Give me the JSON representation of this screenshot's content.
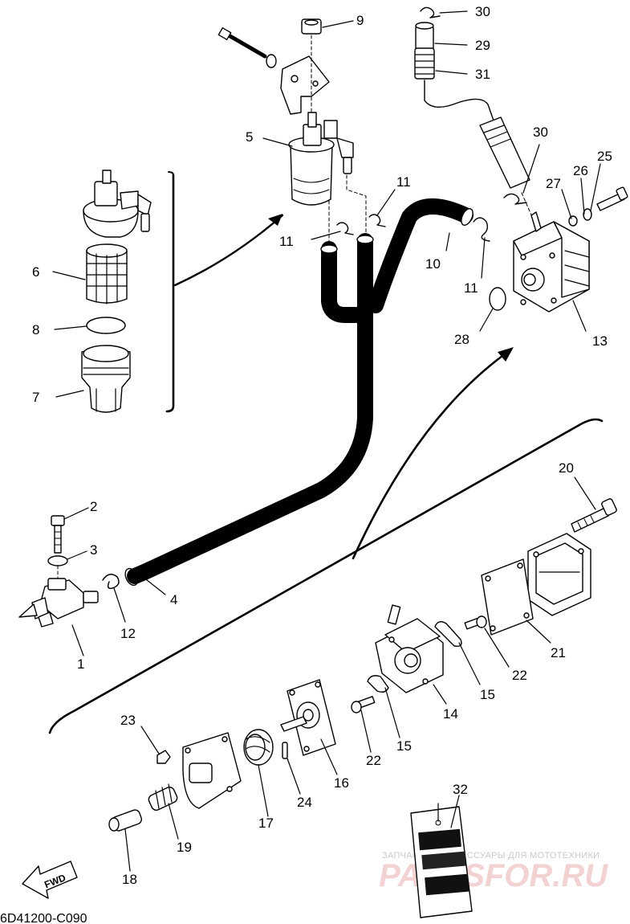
{
  "diagram": {
    "code": "6D41200-C090",
    "fwd_label": "FWD",
    "watermark": {
      "tagline": "ЗАПЧАСТИ И АКСЕССУАРЫ ДЛЯ МОТОТЕХНИКИ",
      "brand": "PARTSFOR.RU"
    },
    "callouts": [
      {
        "id": "c9",
        "label": "9"
      },
      {
        "id": "c30a",
        "label": "30"
      },
      {
        "id": "c29",
        "label": "29"
      },
      {
        "id": "c31",
        "label": "31"
      },
      {
        "id": "c5",
        "label": "5"
      },
      {
        "id": "c30b",
        "label": "30"
      },
      {
        "id": "c25",
        "label": "25"
      },
      {
        "id": "c26",
        "label": "26"
      },
      {
        "id": "c27",
        "label": "27"
      },
      {
        "id": "c11a",
        "label": "11"
      },
      {
        "id": "c11b",
        "label": "11"
      },
      {
        "id": "c10",
        "label": "10"
      },
      {
        "id": "c11c",
        "label": "11"
      },
      {
        "id": "c6",
        "label": "6"
      },
      {
        "id": "c8",
        "label": "8"
      },
      {
        "id": "c28",
        "label": "28"
      },
      {
        "id": "c13",
        "label": "13"
      },
      {
        "id": "c7",
        "label": "7"
      },
      {
        "id": "c20",
        "label": "20"
      },
      {
        "id": "c2",
        "label": "2"
      },
      {
        "id": "c3",
        "label": "3"
      },
      {
        "id": "c4",
        "label": "4"
      },
      {
        "id": "c12",
        "label": "12"
      },
      {
        "id": "c1",
        "label": "1"
      },
      {
        "id": "c21",
        "label": "21"
      },
      {
        "id": "c22a",
        "label": "22"
      },
      {
        "id": "c15a",
        "label": "15"
      },
      {
        "id": "c14",
        "label": "14"
      },
      {
        "id": "c15b",
        "label": "15"
      },
      {
        "id": "c22b",
        "label": "22"
      },
      {
        "id": "c23",
        "label": "23"
      },
      {
        "id": "c16",
        "label": "16"
      },
      {
        "id": "c24",
        "label": "24"
      },
      {
        "id": "c17",
        "label": "17"
      },
      {
        "id": "c19",
        "label": "19"
      },
      {
        "id": "c32",
        "label": "32"
      },
      {
        "id": "c18",
        "label": "18"
      }
    ]
  }
}
